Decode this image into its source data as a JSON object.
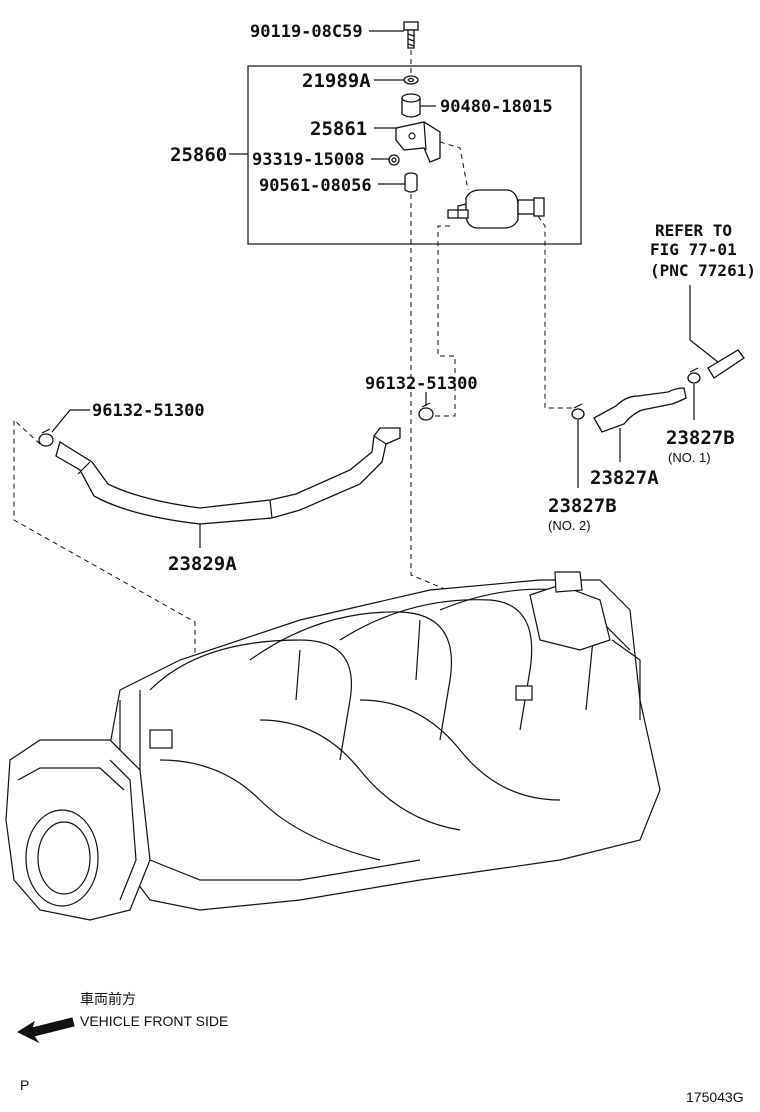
{
  "parts": {
    "bolt": "90119-08C59",
    "washer": "21989A",
    "cushion": "90480-18015",
    "bracket": "25861",
    "valve_assembly": "25860",
    "nut": "93319-15008",
    "collar": "90561-08056",
    "clip_right": "96132-51300",
    "clip_left": "96132-51300",
    "hose_main": "23829A",
    "hose_a": "23827A",
    "hose_b1": "23827B",
    "hose_b1_sub": "(NO. 1)",
    "hose_b2": "23827B",
    "hose_b2_sub": "(NO. 2)"
  },
  "reference": {
    "line1": "REFER TO",
    "line2": "FIG 77-01",
    "line3": "(PNC 77261)"
  },
  "direction": {
    "jp": "車両前方",
    "en": "VEHICLE FRONT SIDE"
  },
  "footer": {
    "left": "P",
    "figure_id": "175043G"
  }
}
